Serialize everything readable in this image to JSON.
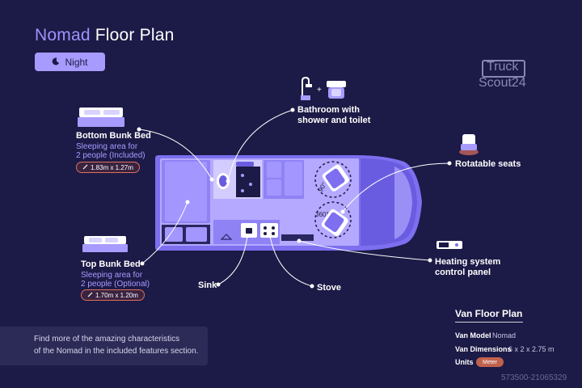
{
  "header": {
    "title_accent": "Nomad",
    "title_rest": "Floor Plan",
    "mode_label": "Night"
  },
  "logo": {
    "line1": "Truck",
    "line2": "Scout24"
  },
  "labels": {
    "bottom_bunk": {
      "title": "Bottom Bunk Bed",
      "sub1": "Sleeping area for",
      "sub2": "2 people (Included)",
      "dims": "1.83m x 1.27m"
    },
    "top_bunk": {
      "title": "Top Bunk Bed",
      "sub1": "Sleeping area for",
      "sub2": "2 people (Optional)",
      "dims": "1.70m x 1.20m"
    },
    "bathroom": {
      "line1": "Bathroom with",
      "line2": "shower and toilet"
    },
    "rotatable_seats": "Rotatable seats",
    "heating": {
      "line1": "Heating system",
      "line2": "control panel"
    },
    "sink": "Sink",
    "stove": "Stove",
    "rotation_1": "90°",
    "rotation_2": "360°"
  },
  "info": {
    "line1": "Find more of the amazing characteristics",
    "line2": "of the Nomad in the included features section."
  },
  "specs": {
    "title": "Van Floor Plan",
    "model_key": "Van Model",
    "model_val": "Nomad",
    "dims_key": "Van Dimensions",
    "dims_val": "6 x 2 x 2.75 m",
    "units_key": "Units",
    "units_val": "Meter"
  },
  "watermark": "573500-21065329",
  "colors": {
    "background": "#1c1a46",
    "accent": "#a79bff",
    "van_body": "#7d6ff0",
    "van_interior": "#b4a9ff",
    "pill_border": "#e0705c"
  }
}
